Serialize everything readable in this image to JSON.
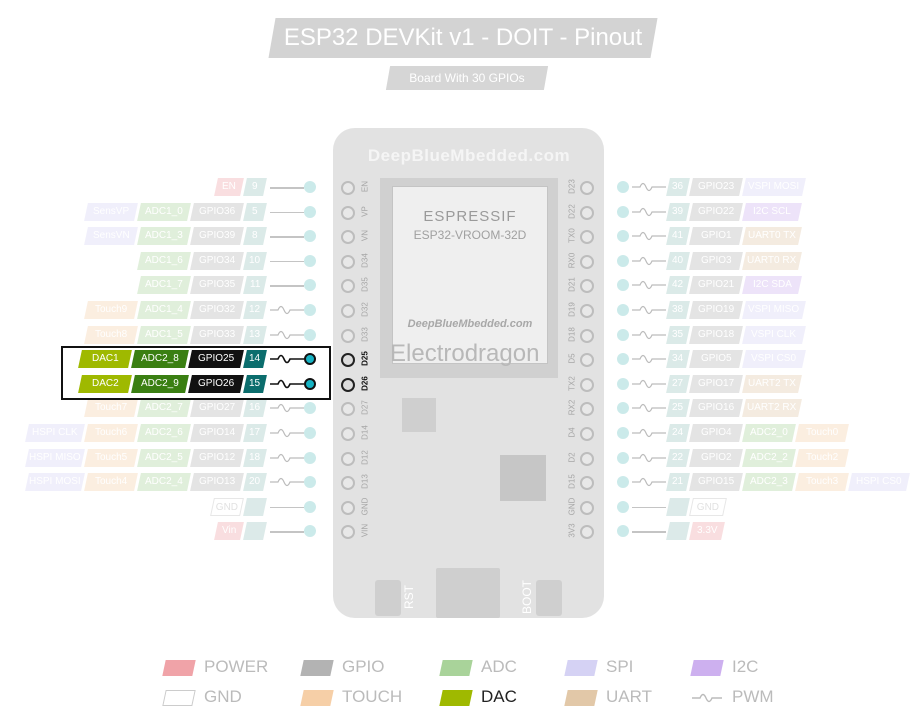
{
  "title": "ESP32 DEVKit v1 - DOIT - Pinout",
  "subtitle": "Board With 30 GPIOs",
  "board": {
    "brand": "DeepBlueMbedded.com",
    "module_brand": "ESPRESSIF",
    "module_model": "ESP32-VROOM-32D",
    "module_site": "DeepBlueMbedded.com",
    "watermark": "Electrodragon",
    "rst_label": "RST",
    "boot_label": "BOOT"
  },
  "colors": {
    "power": "#f0a3a8",
    "gpio": "#b3b3b3",
    "adc": "#a9d39a",
    "spi": "#d5d2f4",
    "i2c": "#cdb0ef",
    "touch": "#f6cfa7",
    "dac": "#9fb900",
    "uart": "#e2c8a8",
    "gnd": "#ffffff",
    "num": "#9bc4c0",
    "adc_hl": "#3a7f12",
    "num_hl": "#0b6d6d",
    "pin_hl": "#111111"
  },
  "left_pins": [
    {
      "board_label": "EN",
      "tags": [
        {
          "t": "EN",
          "c": "power",
          "w": 26
        },
        {
          "t": "9",
          "c": "num",
          "w": 20
        }
      ]
    },
    {
      "board_label": "VP",
      "tags": [
        {
          "t": "SensVP",
          "c": "spi",
          "w": 50
        },
        {
          "t": "ADC1_0",
          "c": "adc",
          "w": 50
        },
        {
          "t": "GPIO36",
          "c": "gpio",
          "w": 50
        },
        {
          "t": "5",
          "c": "num",
          "w": 20
        }
      ]
    },
    {
      "board_label": "VN",
      "tags": [
        {
          "t": "SensVN",
          "c": "spi",
          "w": 50
        },
        {
          "t": "ADC1_3",
          "c": "adc",
          "w": 50
        },
        {
          "t": "GPIO39",
          "c": "gpio",
          "w": 50
        },
        {
          "t": "8",
          "c": "num",
          "w": 20
        }
      ]
    },
    {
      "board_label": "D34",
      "tags": [
        {
          "t": "ADC1_6",
          "c": "adc",
          "w": 50
        },
        {
          "t": "GPIO34",
          "c": "gpio",
          "w": 50
        },
        {
          "t": "10",
          "c": "num",
          "w": 20
        }
      ]
    },
    {
      "board_label": "D35",
      "tags": [
        {
          "t": "ADC1_7",
          "c": "adc",
          "w": 50
        },
        {
          "t": "GPIO35",
          "c": "gpio",
          "w": 50
        },
        {
          "t": "11",
          "c": "num",
          "w": 20
        }
      ]
    },
    {
      "board_label": "D32",
      "pwm": true,
      "tags": [
        {
          "t": "Touch9",
          "c": "touch",
          "w": 50
        },
        {
          "t": "ADC1_4",
          "c": "adc",
          "w": 50
        },
        {
          "t": "GPIO32",
          "c": "gpio",
          "w": 50
        },
        {
          "t": "12",
          "c": "num",
          "w": 20
        }
      ]
    },
    {
      "board_label": "D33",
      "pwm": true,
      "tags": [
        {
          "t": "Touch8",
          "c": "touch",
          "w": 50
        },
        {
          "t": "ADC1_5",
          "c": "adc",
          "w": 50
        },
        {
          "t": "GPIO33",
          "c": "gpio",
          "w": 50
        },
        {
          "t": "13",
          "c": "num",
          "w": 20
        }
      ]
    },
    {
      "board_label": "D25",
      "pwm": true,
      "hl": true,
      "tags": [
        {
          "t": "DAC1",
          "c": "dac",
          "w": 50
        },
        {
          "t": "ADC2_8",
          "c": "adc_hl",
          "w": 54
        },
        {
          "t": "GPIO25",
          "c": "pin_hl",
          "w": 52
        },
        {
          "t": "14",
          "c": "num_hl",
          "w": 20
        }
      ]
    },
    {
      "board_label": "D26",
      "pwm": true,
      "hl": true,
      "tags": [
        {
          "t": "DAC2",
          "c": "dac",
          "w": 50
        },
        {
          "t": "ADC2_9",
          "c": "adc_hl",
          "w": 54
        },
        {
          "t": "GPIO26",
          "c": "pin_hl",
          "w": 52
        },
        {
          "t": "15",
          "c": "num_hl",
          "w": 20
        }
      ]
    },
    {
      "board_label": "D27",
      "pwm": true,
      "tags": [
        {
          "t": "Touch7",
          "c": "touch",
          "w": 50
        },
        {
          "t": "ADC2_7",
          "c": "adc",
          "w": 50
        },
        {
          "t": "GPIO27",
          "c": "gpio",
          "w": 50
        },
        {
          "t": "16",
          "c": "num",
          "w": 20
        }
      ]
    },
    {
      "board_label": "D14",
      "pwm": true,
      "tags": [
        {
          "t": "HSPI CLK",
          "c": "spi",
          "w": 56
        },
        {
          "t": "Touch6",
          "c": "touch",
          "w": 50
        },
        {
          "t": "ADC2_6",
          "c": "adc",
          "w": 50
        },
        {
          "t": "GPIO14",
          "c": "gpio",
          "w": 50
        },
        {
          "t": "17",
          "c": "num",
          "w": 20
        }
      ]
    },
    {
      "board_label": "D12",
      "pwm": true,
      "tags": [
        {
          "t": "HSPI MISO",
          "c": "spi",
          "w": 56
        },
        {
          "t": "Touch5",
          "c": "touch",
          "w": 50
        },
        {
          "t": "ADC2_5",
          "c": "adc",
          "w": 50
        },
        {
          "t": "GPIO12",
          "c": "gpio",
          "w": 50
        },
        {
          "t": "18",
          "c": "num",
          "w": 20
        }
      ]
    },
    {
      "board_label": "D13",
      "pwm": true,
      "tags": [
        {
          "t": "HSPI MOSI",
          "c": "spi",
          "w": 56
        },
        {
          "t": "Touch4",
          "c": "touch",
          "w": 50
        },
        {
          "t": "ADC2_4",
          "c": "adc",
          "w": 50
        },
        {
          "t": "GPIO13",
          "c": "gpio",
          "w": 50
        },
        {
          "t": "20",
          "c": "num",
          "w": 20
        }
      ]
    },
    {
      "board_label": "GND",
      "tags": [
        {
          "t": "GND",
          "c": "gnd",
          "w": 30
        },
        {
          "t": "",
          "c": "num",
          "w": 20
        }
      ]
    },
    {
      "board_label": "VIN",
      "tags": [
        {
          "t": "Vin",
          "c": "power",
          "w": 26
        },
        {
          "t": "",
          "c": "num",
          "w": 20
        }
      ]
    }
  ],
  "right_pins": [
    {
      "board_label": "D23",
      "pwm": true,
      "tags": [
        {
          "t": "36",
          "c": "num",
          "w": 20
        },
        {
          "t": "GPIO23",
          "c": "gpio",
          "w": 50
        },
        {
          "t": "VSPI MOSI",
          "c": "spi",
          "w": 60
        }
      ]
    },
    {
      "board_label": "D22",
      "pwm": true,
      "tags": [
        {
          "t": "39",
          "c": "num",
          "w": 20
        },
        {
          "t": "GPIO22",
          "c": "gpio",
          "w": 50
        },
        {
          "t": "I2C SCL",
          "c": "i2c",
          "w": 56
        }
      ]
    },
    {
      "board_label": "TX0",
      "pwm": true,
      "tags": [
        {
          "t": "41",
          "c": "num",
          "w": 20
        },
        {
          "t": "GPIO1",
          "c": "gpio",
          "w": 50
        },
        {
          "t": "UART0 TX",
          "c": "uart",
          "w": 56
        }
      ]
    },
    {
      "board_label": "RX0",
      "pwm": true,
      "tags": [
        {
          "t": "40",
          "c": "num",
          "w": 20
        },
        {
          "t": "GPIO3",
          "c": "gpio",
          "w": 50
        },
        {
          "t": "UART0 RX",
          "c": "uart",
          "w": 56
        }
      ]
    },
    {
      "board_label": "D21",
      "pwm": true,
      "tags": [
        {
          "t": "42",
          "c": "num",
          "w": 20
        },
        {
          "t": "GPIO21",
          "c": "gpio",
          "w": 50
        },
        {
          "t": "I2C SDA",
          "c": "i2c",
          "w": 56
        }
      ]
    },
    {
      "board_label": "D19",
      "pwm": true,
      "tags": [
        {
          "t": "38",
          "c": "num",
          "w": 20
        },
        {
          "t": "GPIO19",
          "c": "gpio",
          "w": 50
        },
        {
          "t": "VSPI MISO",
          "c": "spi",
          "w": 60
        }
      ]
    },
    {
      "board_label": "D18",
      "pwm": true,
      "tags": [
        {
          "t": "35",
          "c": "num",
          "w": 20
        },
        {
          "t": "GPIO18",
          "c": "gpio",
          "w": 50
        },
        {
          "t": "VSPI CLK",
          "c": "spi",
          "w": 60
        }
      ]
    },
    {
      "board_label": "D5",
      "pwm": true,
      "tags": [
        {
          "t": "34",
          "c": "num",
          "w": 20
        },
        {
          "t": "GPIO5",
          "c": "gpio",
          "w": 50
        },
        {
          "t": "VSPI CS0",
          "c": "spi",
          "w": 60
        }
      ]
    },
    {
      "board_label": "TX2",
      "pwm": true,
      "tags": [
        {
          "t": "27",
          "c": "num",
          "w": 20
        },
        {
          "t": "GPIO17",
          "c": "gpio",
          "w": 50
        },
        {
          "t": "UART2 TX",
          "c": "uart",
          "w": 56
        }
      ]
    },
    {
      "board_label": "RX2",
      "pwm": true,
      "tags": [
        {
          "t": "25",
          "c": "num",
          "w": 20
        },
        {
          "t": "GPIO16",
          "c": "gpio",
          "w": 50
        },
        {
          "t": "UART2 RX",
          "c": "uart",
          "w": 56
        }
      ]
    },
    {
      "board_label": "D4",
      "pwm": true,
      "tags": [
        {
          "t": "24",
          "c": "num",
          "w": 20
        },
        {
          "t": "GPIO4",
          "c": "gpio",
          "w": 50
        },
        {
          "t": "ADC2_0",
          "c": "adc",
          "w": 50
        },
        {
          "t": "Touch0",
          "c": "touch",
          "w": 50
        }
      ]
    },
    {
      "board_label": "D2",
      "pwm": true,
      "tags": [
        {
          "t": "22",
          "c": "num",
          "w": 20
        },
        {
          "t": "GPIO2",
          "c": "gpio",
          "w": 50
        },
        {
          "t": "ADC2_2",
          "c": "adc",
          "w": 50
        },
        {
          "t": "Touch2",
          "c": "touch",
          "w": 50
        }
      ]
    },
    {
      "board_label": "D15",
      "pwm": true,
      "tags": [
        {
          "t": "21",
          "c": "num",
          "w": 20
        },
        {
          "t": "GPIO15",
          "c": "gpio",
          "w": 50
        },
        {
          "t": "ADC2_3",
          "c": "adc",
          "w": 50
        },
        {
          "t": "Touch3",
          "c": "touch",
          "w": 50
        },
        {
          "t": "HSPI CS0",
          "c": "spi",
          "w": 58
        }
      ]
    },
    {
      "board_label": "GND",
      "tags": [
        {
          "t": "",
          "c": "num",
          "w": 20
        },
        {
          "t": "GND",
          "c": "gnd",
          "w": 34
        }
      ]
    },
    {
      "board_label": "3V3",
      "tags": [
        {
          "t": "",
          "c": "num",
          "w": 20
        },
        {
          "t": "3.3V",
          "c": "power",
          "w": 32
        }
      ]
    }
  ],
  "legend": [
    {
      "label": "POWER",
      "c": "power"
    },
    {
      "label": "GPIO",
      "c": "gpio"
    },
    {
      "label": "ADC",
      "c": "adc"
    },
    {
      "label": "SPI",
      "c": "spi"
    },
    {
      "label": "I2C",
      "c": "i2c"
    },
    {
      "label": "GND",
      "c": "gnd"
    },
    {
      "label": "TOUCH",
      "c": "touch"
    },
    {
      "label": "DAC",
      "c": "dac",
      "dark": true
    },
    {
      "label": "UART",
      "c": "uart"
    },
    {
      "label": "PWM",
      "c": "pwm"
    }
  ]
}
